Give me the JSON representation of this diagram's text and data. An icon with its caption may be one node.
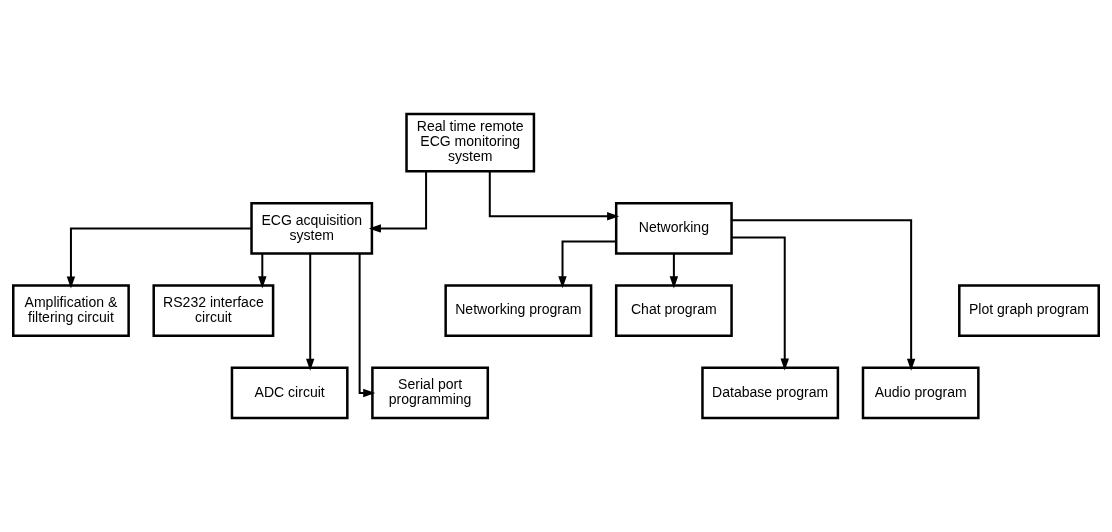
{
  "diagram": {
    "nodes": [
      {
        "text": [
          "Real time remote ECG monitoring system"
        ]
      },
      {
        "text": [
          "ECG acquisition system"
        ]
      },
      {
        "text": [
          "Networking"
        ]
      },
      {
        "text": [
          "Amplification & filtering circuit"
        ]
      },
      {
        "text": [
          "RS232 interface circuit"
        ]
      },
      {
        "text": [
          "Networking program"
        ]
      },
      {
        "text": [
          "Plot graph program"
        ]
      },
      {
        "text": [
          "Chat program"
        ]
      },
      {
        "text": [
          "ADC circuit"
        ]
      },
      {
        "text": [
          "Serial port programming"
        ]
      },
      {
        "text": [
          "Database program"
        ]
      },
      {
        "text": [
          "Audio program"
        ]
      }
    ],
    "edges": [
      {
        "from": 0,
        "to": 1,
        "arrow": "to"
      },
      {
        "from": 0,
        "to": 2,
        "arrow": "to"
      },
      {
        "from": 1,
        "to": 3,
        "arrow": "to"
      },
      {
        "from": 1,
        "to": 8,
        "arrow": "to"
      },
      {
        "from": 1,
        "to": 4,
        "arrow": "to"
      },
      {
        "from": 1,
        "to": 9,
        "arrow": "to"
      },
      {
        "from": 2,
        "to": 5,
        "arrow": "to"
      },
      {
        "from": 2,
        "to": 10,
        "arrow": "to"
      },
      {
        "from": 2,
        "to": 11,
        "arrow": "to"
      },
      {
        "from": 2,
        "to": 7,
        "arrow": "to"
      }
    ]
  }
}
